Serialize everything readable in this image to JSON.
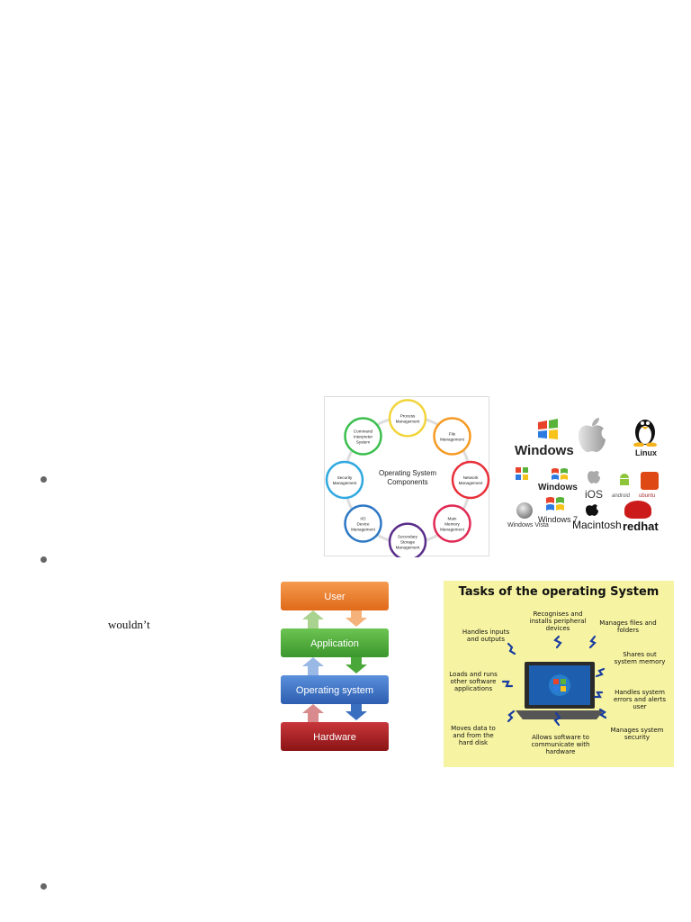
{
  "text": {
    "wouldnt": "wouldn’t"
  },
  "components": {
    "center_title": "Operating System Components",
    "nodes": [
      {
        "label": "Process Management",
        "color": "#f2d43a"
      },
      {
        "label": "File Management",
        "color": "#f59a24"
      },
      {
        "label": "Network Management",
        "color": "#e8303a"
      },
      {
        "label": "Main Memory Management",
        "color": "#e02a55"
      },
      {
        "label": "Secondary Storage Management",
        "color": "#5a2d8a"
      },
      {
        "label": "I/O Device Management",
        "color": "#2d78c4"
      },
      {
        "label": "Security Management",
        "color": "#2fa8e0"
      },
      {
        "label": "Command Interpreter System",
        "color": "#3bbf4e"
      }
    ]
  },
  "os_logos": {
    "windows": "Windows",
    "windows_xp": "Windows",
    "windows_vista": "Windows Vista",
    "windows7": "Windows 7",
    "linux": "Linux",
    "ios": "iOS",
    "macintosh": "Macintosh",
    "redhat": "redhat",
    "android": "android",
    "ubuntu": "ubuntu"
  },
  "stack": {
    "layers": [
      {
        "label": "User",
        "color": "#ef7a2a"
      },
      {
        "label": "Application",
        "color": "#4aa83a"
      },
      {
        "label": "Operating system",
        "color": "#3a6fc0"
      },
      {
        "label": "Hardware",
        "color": "#a81e22"
      }
    ]
  },
  "tasks": {
    "title": "Tasks of the operating System",
    "items": [
      "Recognises and installs peripheral devices",
      "Handles inputs and outputs",
      "Manages files and folders",
      "Shares out system memory",
      "Loads and runs other software applications",
      "Handles system errors and alerts user",
      "Moves data to and from the hard disk",
      "Allows software to communicate with hardware",
      "Manages system security"
    ]
  }
}
